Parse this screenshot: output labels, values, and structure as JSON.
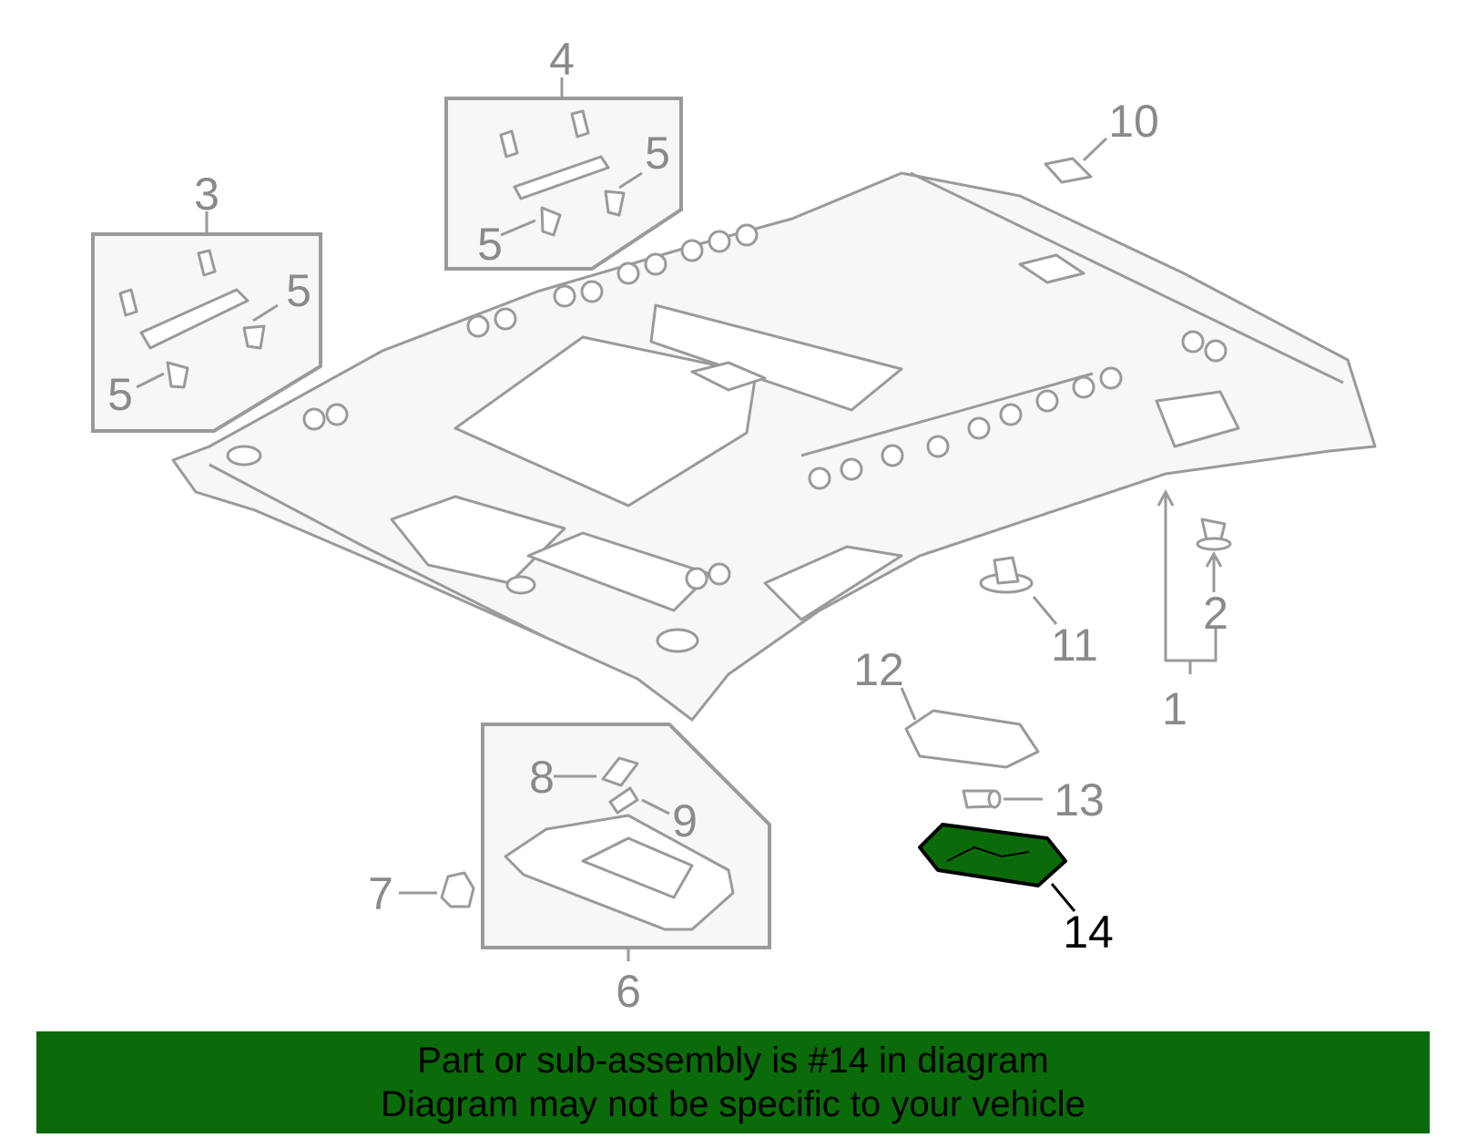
{
  "callouts": {
    "c1": "1",
    "c2": "2",
    "c3": "3",
    "c4": "4",
    "c5a": "5",
    "c5b": "5",
    "c5c": "5",
    "c5d": "5",
    "c6": "6",
    "c7": "7",
    "c8": "8",
    "c9": "9",
    "c10": "10",
    "c11": "11",
    "c12": "12",
    "c13": "13",
    "c14": "14"
  },
  "highlight": {
    "part_number": "14",
    "fill_color": "#0b6b0b",
    "outline_color": "#000000"
  },
  "banner": {
    "line1": "Part or sub-assembly is #14 in diagram",
    "line2": "Diagram may not be specific to your vehicle",
    "background": "#0b6b0b"
  }
}
